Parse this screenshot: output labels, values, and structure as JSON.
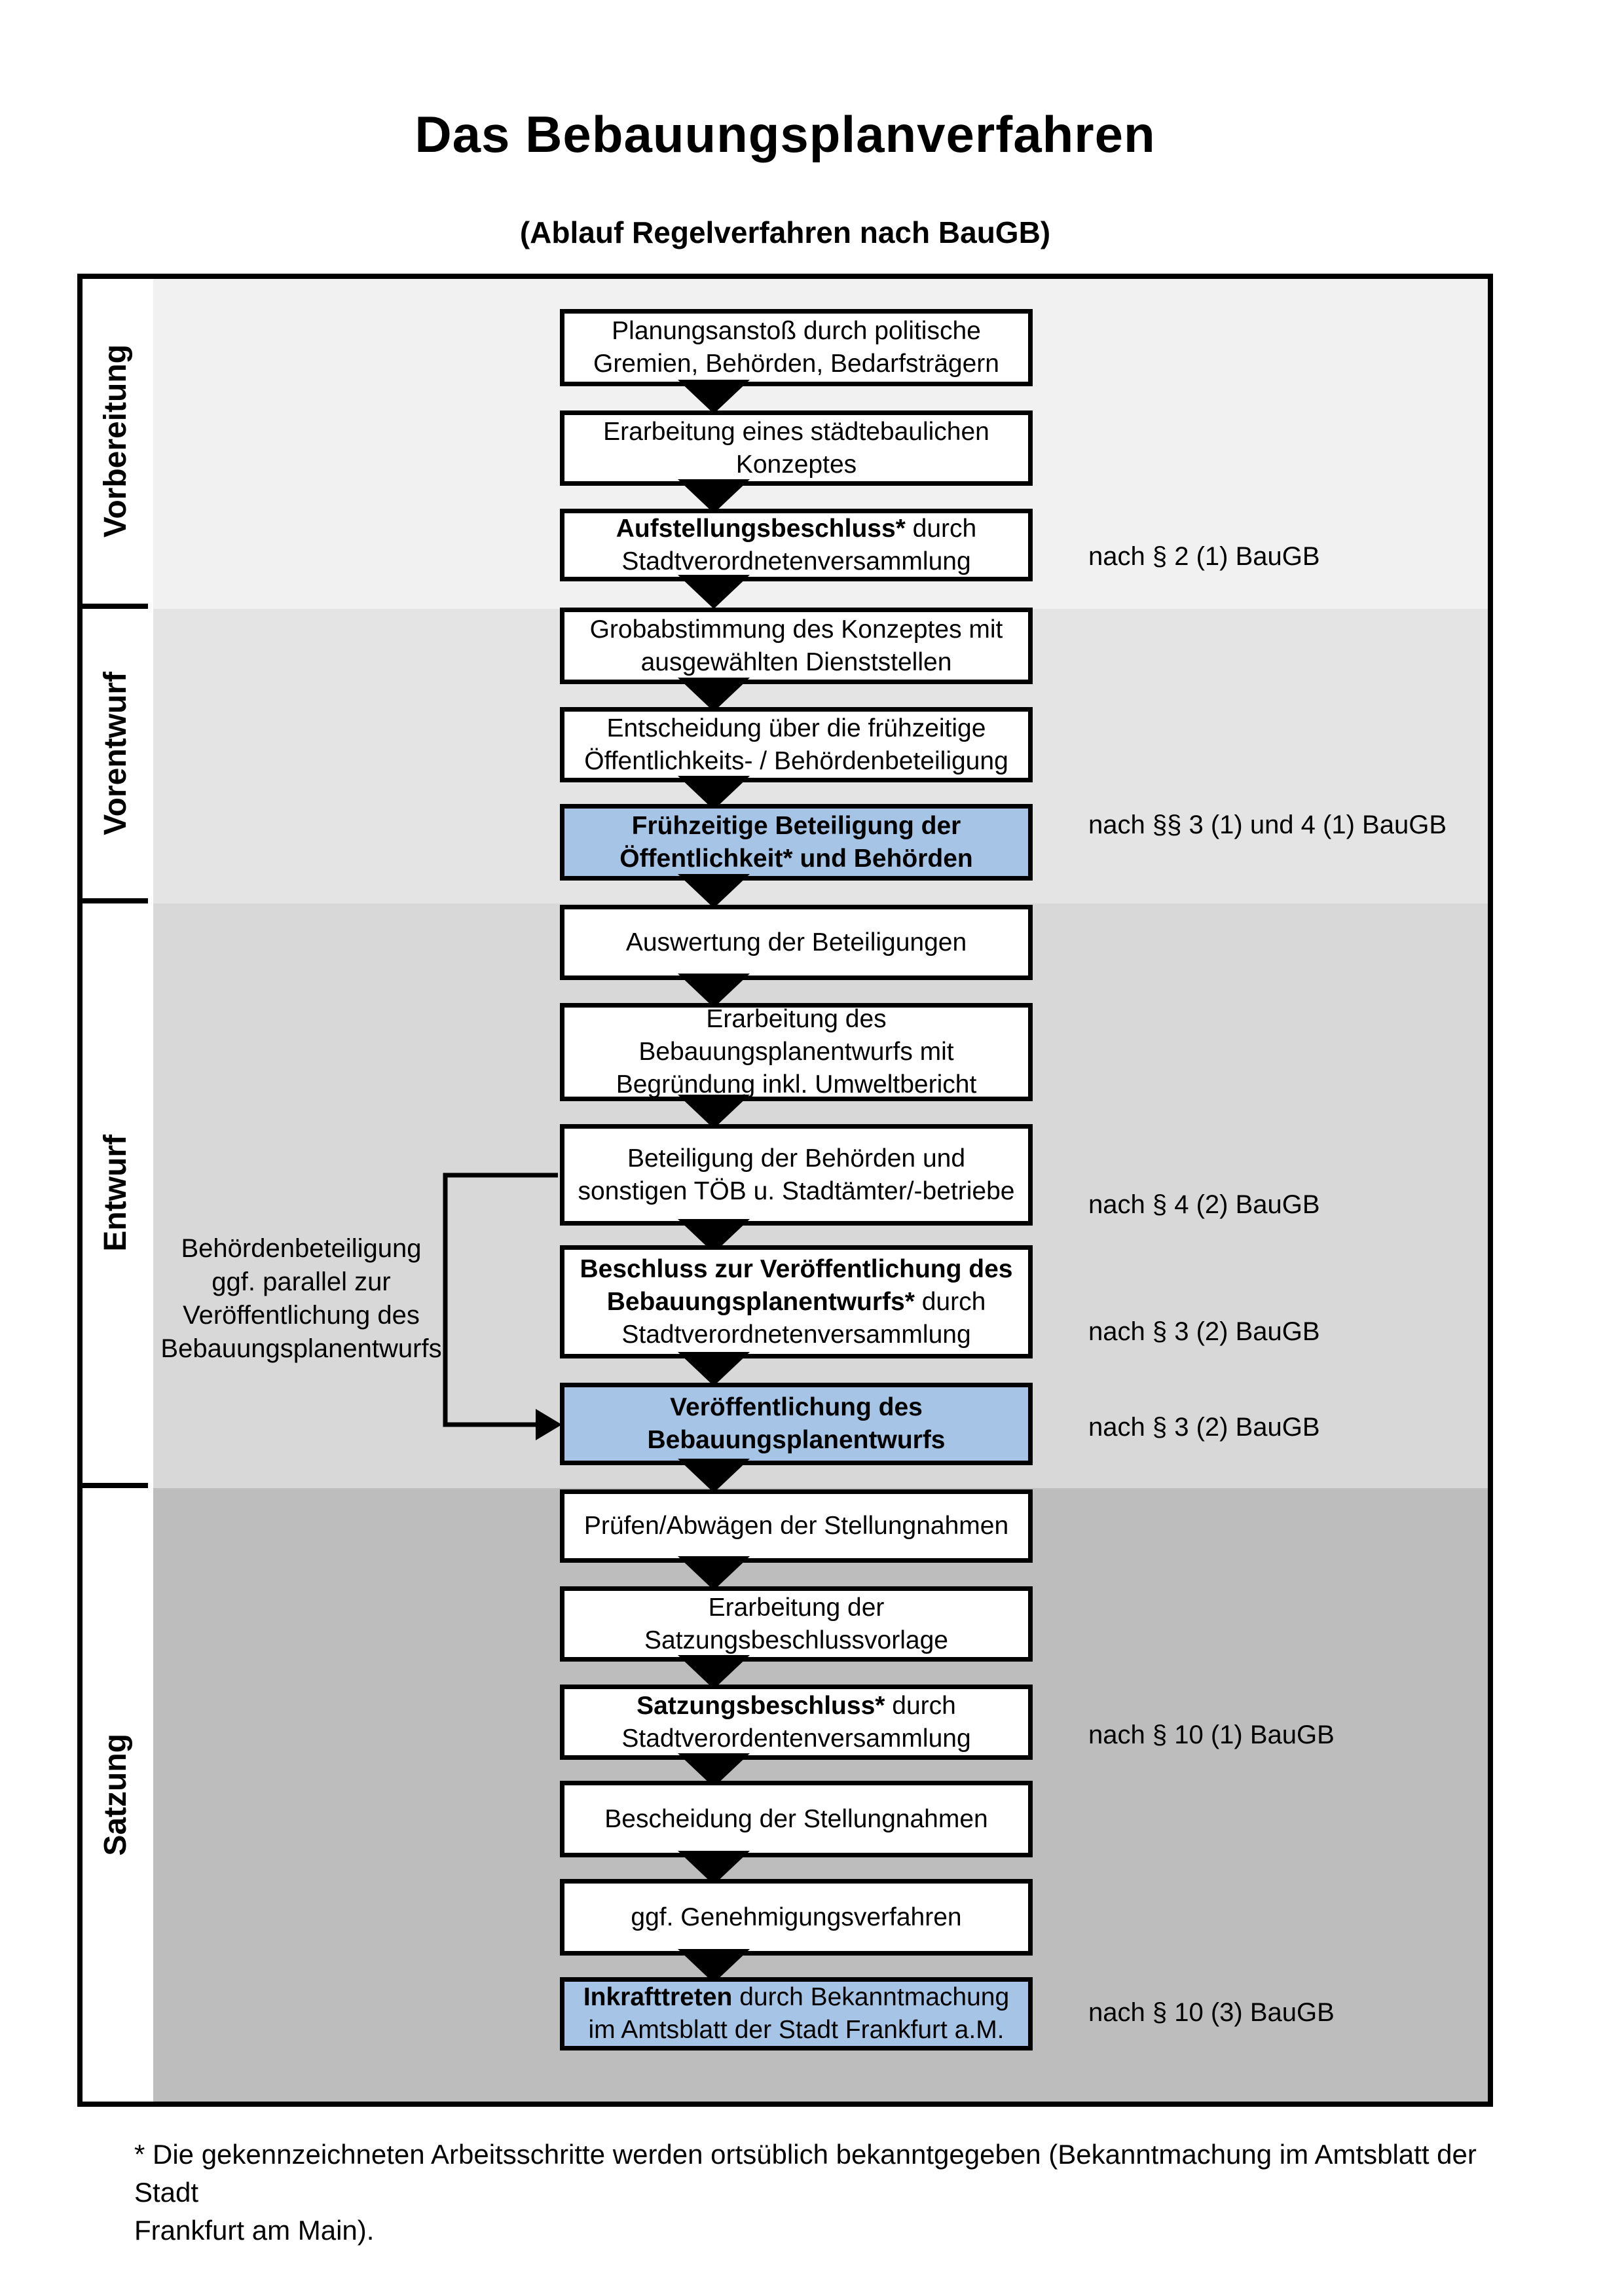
{
  "title": "Das Bebauungsplanverfahren",
  "subtitle": "(Ablauf Regelverfahren nach BauGB)",
  "colors": {
    "highlight_blue": "#a6c4e6",
    "band_vorbereitung": "#f1f1f1",
    "band_vorentwurf": "#e4e4e4",
    "band_entwurf": "#d8d8d8",
    "band_satzung": "#bdbdbd",
    "line_black": "#000000"
  },
  "phases": [
    {
      "label": "Vorbereitung"
    },
    {
      "label": "Vorentwurf"
    },
    {
      "label": "Entwurf"
    },
    {
      "label": "Satzung"
    }
  ],
  "boxes": {
    "b1": {
      "l1": "Planungsanstoß durch politische",
      "l2": "Gremien, Behörden, Bedarfsträgern"
    },
    "b2": {
      "l1": "Erarbeitung eines städtebaulichen",
      "l2": "Konzeptes"
    },
    "b3": {
      "l1b": "Aufstellungsbeschluss*",
      "l1": " durch",
      "l2": "Stadtverordnetenversammlung"
    },
    "b4": {
      "l1": "Grobabstimmung des Konzeptes mit",
      "l2": "ausgewählten Dienststellen"
    },
    "b5": {
      "l1": "Entscheidung über die frühzeitige",
      "l2": "Öffentlichkeits- / Behördenbeteiligung"
    },
    "b6": {
      "l1b": "Frühzeitige Beteiligung der",
      "l2b": "Öffentlichkeit* und Behörden"
    },
    "b7": {
      "l1": "Auswertung der Beteiligungen"
    },
    "b8": {
      "l1": "Erarbeitung des",
      "l2": "Bebauungsplanentwurfs mit",
      "l3": "Begründung inkl. Umweltbericht"
    },
    "b9": {
      "l1": "Beteiligung der Behörden und",
      "l2": "sonstigen TÖB u. Stadtämter/-betriebe"
    },
    "b10": {
      "l1b": "Beschluss zur Veröffentlichung des",
      "l2b": "Bebauungsplanentwurfs*",
      "l2": " durch",
      "l3": "Stadtverordnetenversammlung"
    },
    "b11": {
      "l1b": "Veröffentlichung des",
      "l2b": "Bebauungsplanentwurfs"
    },
    "b12": {
      "l1": "Prüfen/Abwägen der Stellungnahmen"
    },
    "b13": {
      "l1": "Erarbeitung der",
      "l2": "Satzungsbeschlussvorlage"
    },
    "b14": {
      "l1b": "Satzungsbeschluss*",
      "l1": " durch",
      "l2": "Stadtverordentenversammlung"
    },
    "b15": {
      "l1": "Bescheidung der Stellungnahmen"
    },
    "b16": {
      "l1": "ggf. Genehmigungsverfahren"
    },
    "b17": {
      "l1b": "Inkrafttreten",
      "l1": " durch Bekanntmachung",
      "l2": "im Amtsblatt der Stadt Frankfurt a.M."
    }
  },
  "annotations": {
    "a1": "nach § 2 (1) BauGB",
    "a2": "nach §§ 3 (1) und 4 (1) BauGB",
    "a3": "nach § 4 (2) BauGB",
    "a4": "nach § 3 (2) BauGB",
    "a5": "nach § 3 (2) BauGB",
    "a6": "nach § 10 (1) BauGB",
    "a7": "nach § 10 (3) BauGB"
  },
  "side_note": {
    "l1": "Behördenbeteiligung",
    "l2": "ggf. parallel zur",
    "l3": "Veröffentlichung des",
    "l4": "Bebauungsplanentwurfs"
  },
  "footnote": {
    "l1": "* Die gekennzeichneten Arbeitsschritte werden ortsüblich bekanntgegeben (Bekanntmachung im Amtsblatt  der Stadt",
    "l2": "Frankfurt am Main)."
  }
}
